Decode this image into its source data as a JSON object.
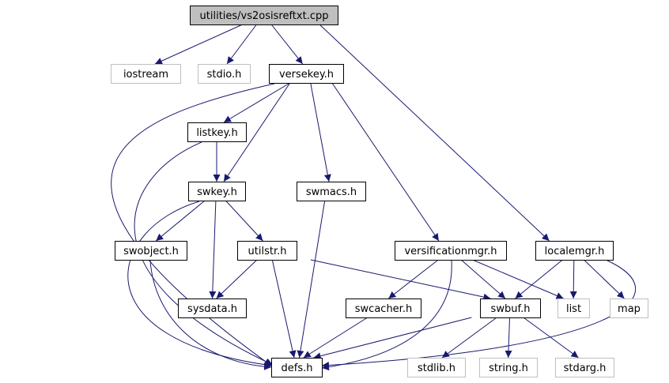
{
  "colors": {
    "edge": "#191970",
    "root_fill": "#bfbfbf",
    "box_stroke": "#000000",
    "external_stroke": "#bfbfbf",
    "background": "#ffffff"
  },
  "nodes": [
    {
      "id": "root",
      "label": "utilities/vs2osisreftxt.cpp",
      "kind": "root"
    },
    {
      "id": "iostream",
      "label": "iostream",
      "kind": "external"
    },
    {
      "id": "stdio",
      "label": "stdio.h",
      "kind": "external"
    },
    {
      "id": "versekey",
      "label": "versekey.h",
      "kind": "local"
    },
    {
      "id": "listkey",
      "label": "listkey.h",
      "kind": "local"
    },
    {
      "id": "swkey",
      "label": "swkey.h",
      "kind": "local"
    },
    {
      "id": "swmacs",
      "label": "swmacs.h",
      "kind": "local"
    },
    {
      "id": "swobject",
      "label": "swobject.h",
      "kind": "local"
    },
    {
      "id": "utilstr",
      "label": "utilstr.h",
      "kind": "local"
    },
    {
      "id": "versificationmgr",
      "label": "versificationmgr.h",
      "kind": "local"
    },
    {
      "id": "localemgr",
      "label": "localemgr.h",
      "kind": "local"
    },
    {
      "id": "sysdata",
      "label": "sysdata.h",
      "kind": "local"
    },
    {
      "id": "swcacher",
      "label": "swcacher.h",
      "kind": "local"
    },
    {
      "id": "swbuf",
      "label": "swbuf.h",
      "kind": "local"
    },
    {
      "id": "list",
      "label": "list",
      "kind": "external"
    },
    {
      "id": "map",
      "label": "map",
      "kind": "external"
    },
    {
      "id": "defs",
      "label": "defs.h",
      "kind": "local"
    },
    {
      "id": "stdlib",
      "label": "stdlib.h",
      "kind": "external"
    },
    {
      "id": "string",
      "label": "string.h",
      "kind": "external"
    },
    {
      "id": "stdarg",
      "label": "stdarg.h",
      "kind": "external"
    }
  ],
  "edges": [
    [
      "root",
      "iostream"
    ],
    [
      "root",
      "stdio"
    ],
    [
      "root",
      "versekey"
    ],
    [
      "root",
      "localemgr"
    ],
    [
      "versekey",
      "listkey"
    ],
    [
      "versekey",
      "swkey"
    ],
    [
      "versekey",
      "swmacs"
    ],
    [
      "versekey",
      "versificationmgr"
    ],
    [
      "versekey",
      "defs"
    ],
    [
      "listkey",
      "swkey"
    ],
    [
      "listkey",
      "defs"
    ],
    [
      "swkey",
      "swobject"
    ],
    [
      "swkey",
      "utilstr"
    ],
    [
      "swkey",
      "sysdata"
    ],
    [
      "swkey",
      "defs"
    ],
    [
      "swmacs",
      "defs"
    ],
    [
      "swobject",
      "defs"
    ],
    [
      "utilstr",
      "sysdata"
    ],
    [
      "utilstr",
      "swbuf"
    ],
    [
      "utilstr",
      "defs"
    ],
    [
      "versificationmgr",
      "swcacher"
    ],
    [
      "versificationmgr",
      "swbuf"
    ],
    [
      "versificationmgr",
      "list"
    ],
    [
      "versificationmgr",
      "defs"
    ],
    [
      "localemgr",
      "swbuf"
    ],
    [
      "localemgr",
      "list"
    ],
    [
      "localemgr",
      "map"
    ],
    [
      "localemgr",
      "defs"
    ],
    [
      "swcacher",
      "defs"
    ],
    [
      "swbuf",
      "defs"
    ],
    [
      "swbuf",
      "stdlib"
    ],
    [
      "swbuf",
      "string"
    ],
    [
      "swbuf",
      "stdarg"
    ]
  ]
}
